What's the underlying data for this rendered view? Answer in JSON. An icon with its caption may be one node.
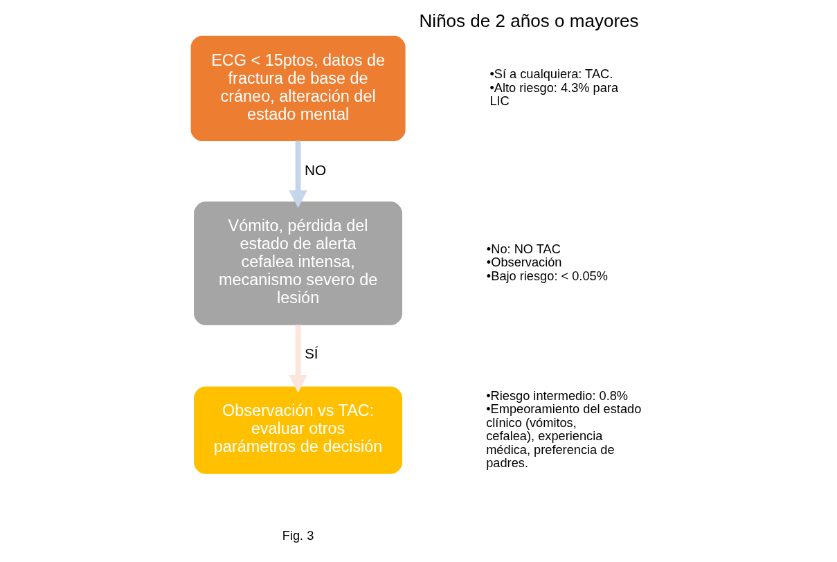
{
  "diagram": {
    "title": "Niños de 2 años o mayores",
    "caption": "Fig. 3",
    "nodes": [
      {
        "text": [
          "ECG < 15ptos, datos de fractura de base de cráneo, alteración del estado mental"
        ],
        "beside": [
          "•Sí a cualquiera: TAC.",
          "•Alto riesgo: 4.3% para LIC"
        ]
      },
      {
        "text": [
          "Vómito, pérdida del estado de alerta cefalea intensa, mecanismo severo de lesión"
        ],
        "beside": [
          "•No: NO TAC",
          "•Observación",
          "•Bajo riesgo: < 0.05%"
        ]
      },
      {
        "text": [
          "Observación vs TAC: evaluar otros parámetros de decisión"
        ],
        "beside": [
          "•Riesgo intermedio: 0.8%",
          "•Empeoramiento del estado clínico (vómitos, cefalea), experiencia médica, preferencia de padres."
        ]
      }
    ],
    "edges": [
      {
        "from": 0,
        "to": 1,
        "arrow": "to",
        "label": "NO",
        "color": "#c5d5ea"
      },
      {
        "from": 1,
        "to": 2,
        "arrow": "to",
        "label": "SÍ",
        "color": "#fbe5dd"
      }
    ]
  }
}
